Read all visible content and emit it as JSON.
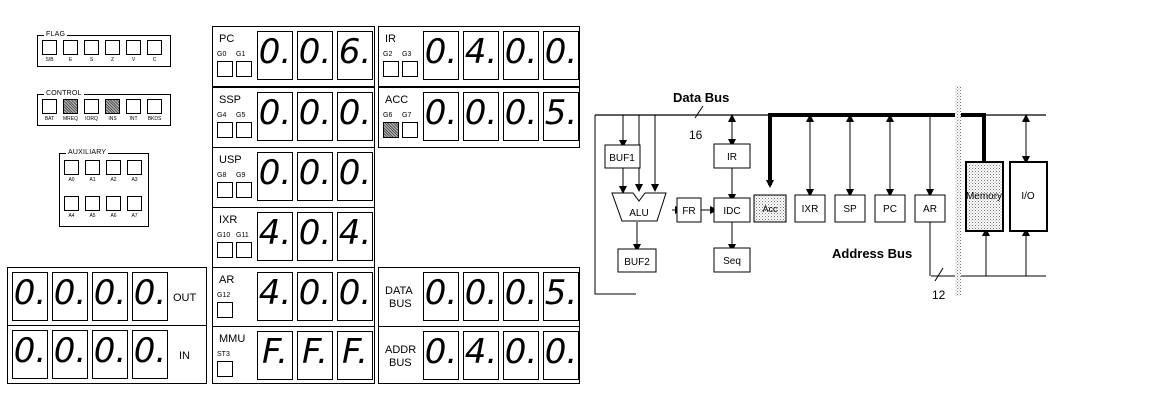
{
  "flag": {
    "legend": "FLAG",
    "items": [
      {
        "label": "S/B",
        "on": false
      },
      {
        "label": "E",
        "on": false
      },
      {
        "label": "S",
        "on": false
      },
      {
        "label": "Z",
        "on": false
      },
      {
        "label": "V",
        "on": false
      },
      {
        "label": "C",
        "on": false
      }
    ]
  },
  "control": {
    "legend": "CONTROL",
    "items": [
      {
        "label": "BAT",
        "on": false
      },
      {
        "label": "MREQ",
        "on": true
      },
      {
        "label": "IORQ",
        "on": false
      },
      {
        "label": "INS",
        "on": true
      },
      {
        "label": "INT",
        "on": false
      },
      {
        "label": "BKDS",
        "on": false
      }
    ]
  },
  "auxiliary": {
    "legend": "AUXILIARY",
    "row1": [
      "A0",
      "A1",
      "A2",
      "A3"
    ],
    "row2": [
      "A4",
      "A5",
      "A6",
      "A7"
    ]
  },
  "io_panels": {
    "out": {
      "label": "OUT",
      "digits": [
        "0.",
        "0.",
        "0.",
        "0."
      ]
    },
    "in": {
      "label": "IN",
      "digits": [
        "0.",
        "0.",
        "0.",
        "0."
      ]
    }
  },
  "registers": [
    {
      "name": "PC",
      "g": [
        "G0",
        "G1"
      ],
      "g_on": [
        false,
        false
      ],
      "digits": [
        "0.",
        "0.",
        "6."
      ]
    },
    {
      "name": "SSP",
      "g": [
        "G4",
        "G5"
      ],
      "g_on": [
        false,
        false
      ],
      "digits": [
        "0.",
        "0.",
        "0."
      ]
    },
    {
      "name": "USP",
      "g": [
        "G8",
        "G9"
      ],
      "g_on": [
        false,
        false
      ],
      "digits": [
        "0.",
        "0.",
        "0."
      ]
    },
    {
      "name": "IXR",
      "g": [
        "G10",
        "G11"
      ],
      "g_on": [
        false,
        false
      ],
      "digits": [
        "4.",
        "0.",
        "4."
      ]
    },
    {
      "name": "AR",
      "g": [
        "G12"
      ],
      "g_on": [
        false
      ],
      "digits": [
        "4.",
        "0.",
        "0."
      ]
    },
    {
      "name": "MMU",
      "g": [
        "ST3"
      ],
      "g_on": [
        false
      ],
      "digits": [
        "F.",
        "F.",
        "F."
      ]
    }
  ],
  "right_registers": [
    {
      "name": "IR",
      "g": [
        "G2",
        "G3"
      ],
      "g_on": [
        false,
        false
      ],
      "digits": [
        "0.",
        "4.",
        "0.",
        "0."
      ]
    },
    {
      "name": "ACC",
      "g": [
        "G6",
        "G7"
      ],
      "g_on": [
        true,
        false
      ],
      "digits": [
        "0.",
        "0.",
        "0.",
        "5."
      ]
    }
  ],
  "bus_panels": [
    {
      "name_line1": "DATA",
      "name_line2": "BUS",
      "digits": [
        "0.",
        "0.",
        "0.",
        "5."
      ]
    },
    {
      "name_line1": "ADDR",
      "name_line2": "BUS",
      "digits": [
        "0.",
        "4.",
        "0.",
        "0."
      ]
    }
  ],
  "diagram": {
    "data_bus_label": "Data Bus",
    "data_bus_width": "16",
    "address_bus_label": "Address Bus",
    "address_bus_width": "12",
    "blocks": {
      "buf1": "BUF1",
      "buf2": "BUF2",
      "alu": "ALU",
      "fr": "FR",
      "ir": "IR",
      "idc": "IDC",
      "seq": "Seq",
      "acc": "Acc",
      "ixr": "IXR",
      "sp": "SP",
      "pc": "PC",
      "ar": "AR",
      "memory": "Memory",
      "io": "I/O"
    }
  }
}
